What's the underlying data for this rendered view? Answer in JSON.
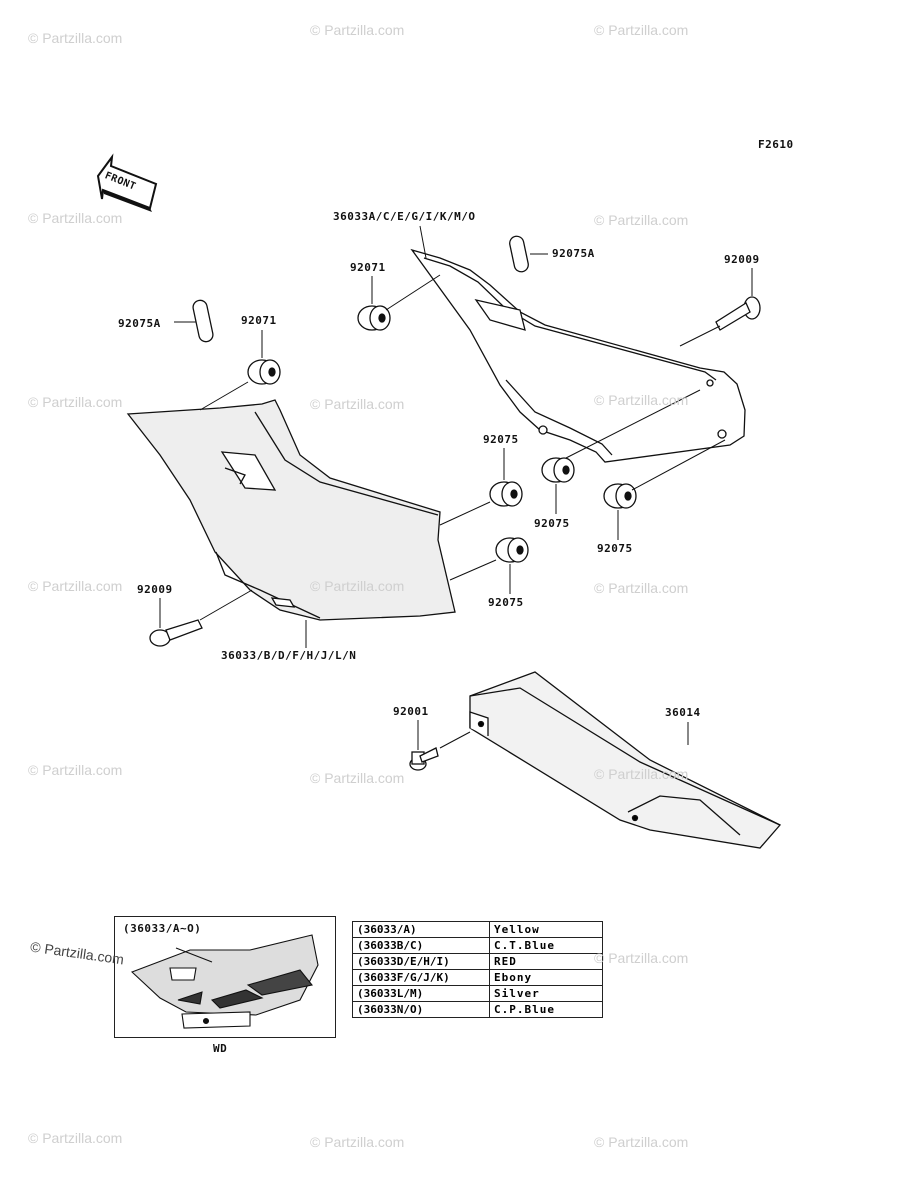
{
  "figure": {
    "code": "F2610"
  },
  "front_arrow": {
    "label": "FRONT"
  },
  "parts": {
    "cover_right": "36033A/C/E/G/I/K/M/O",
    "cover_left": "36033/B/D/F/H/J/L/N",
    "grommet_71_right": "92071",
    "grommet_71_left": "92071",
    "pad_right": "92075A",
    "pad_left": "92075A",
    "bolt_right": "92009",
    "bolt_left": "92009",
    "grommet_75_a": "92075",
    "grommet_75_b": "92075",
    "grommet_75_c": "92075",
    "grommet_75_d": "92075",
    "bolt_guard": "92001",
    "chain_guard": "36014"
  },
  "inset": {
    "title": "(36033/A~O)",
    "caption": "WD"
  },
  "color_table": [
    {
      "code": "(36033/A)",
      "color": "Yellow"
    },
    {
      "code": "(36033B/C)",
      "color": "C.T.Blue"
    },
    {
      "code": "(36033D/E/H/I)",
      "color": "RED"
    },
    {
      "code": "(36033F/G/J/K)",
      "color": "Ebony"
    },
    {
      "code": "(36033L/M)",
      "color": "Silver"
    },
    {
      "code": "(36033N/O)",
      "color": "C.P.Blue"
    }
  ],
  "watermark": {
    "text": "© Partzilla.com"
  }
}
